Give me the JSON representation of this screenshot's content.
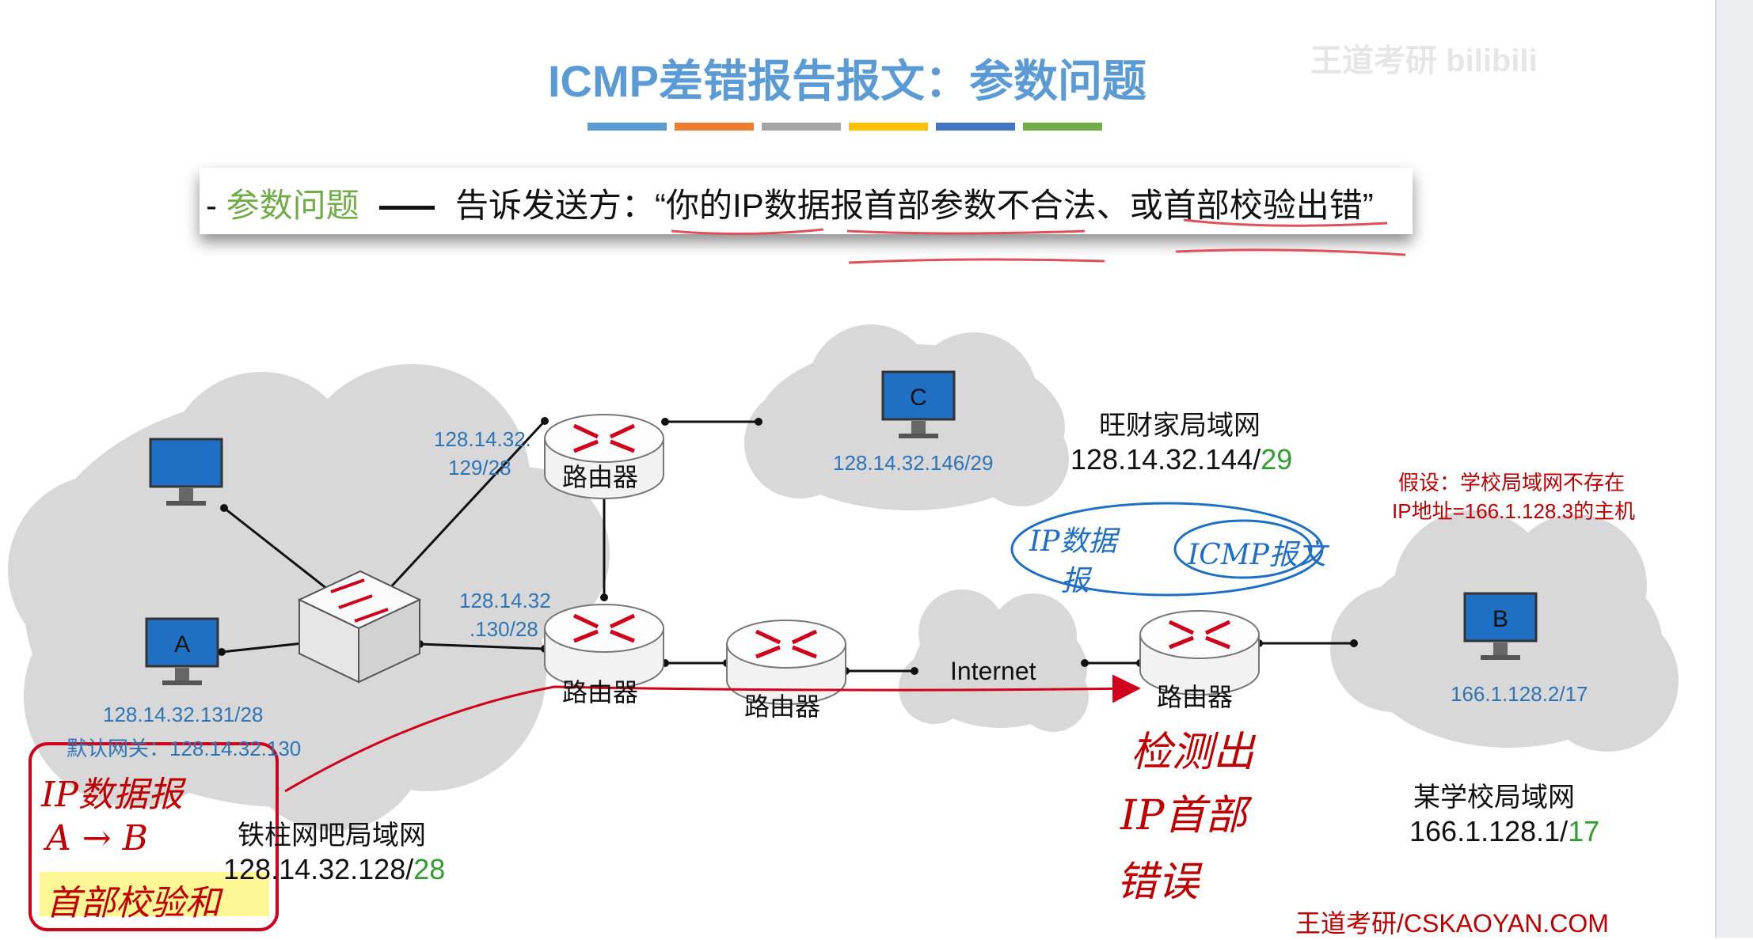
{
  "title": "ICMP差错报告报文：参数问题",
  "title_bar_colors": [
    "#5b9bd5",
    "#ed7d31",
    "#a5a5a5",
    "#ffc000",
    "#4472c4",
    "#70ad47"
  ],
  "watermark": "王道考研 bilibili",
  "definition": {
    "prefix": "-",
    "term": "参数问题",
    "text": "告诉发送方：“你的IP数据报首部参数不合法、或首部校验出错”"
  },
  "network": {
    "router_label": "路由器",
    "internet_label": "Internet",
    "host_a": {
      "name": "A",
      "ip": "128.14.32.131/28",
      "gateway": "默认网关：128.14.32.130"
    },
    "host_c": {
      "name": "C",
      "ip": "128.14.32.146/29"
    },
    "host_b": {
      "name": "B",
      "ip": "166.1.128.2/17"
    },
    "router1_if": [
      "128.14.32.",
      "129/28"
    ],
    "router2_if": [
      "128.14.32",
      ".130/28"
    ],
    "lan_left": {
      "name": "铁柱网吧局域网",
      "net": "128.14.32.128/",
      "prefix": "28"
    },
    "lan_c": {
      "name": "旺财家局域网",
      "net": "128.14.32.144/",
      "prefix": "29"
    },
    "lan_b": {
      "name": "某学校局域网",
      "net": "166.1.128.1/",
      "prefix": "17"
    },
    "assumption": [
      "假设：学校局域网不存在",
      "IP地址=166.1.128.3的主机"
    ]
  },
  "annotations": {
    "left_note": [
      "IP数据报",
      "A → B",
      "首部校验和"
    ],
    "packet_outer": [
      "IP数据",
      "报"
    ],
    "packet_inner": "ICMP报文",
    "right_note": [
      "检测出",
      "IP首部",
      "错误"
    ]
  },
  "footer": "王道考研/CSKAOYAN.COM"
}
